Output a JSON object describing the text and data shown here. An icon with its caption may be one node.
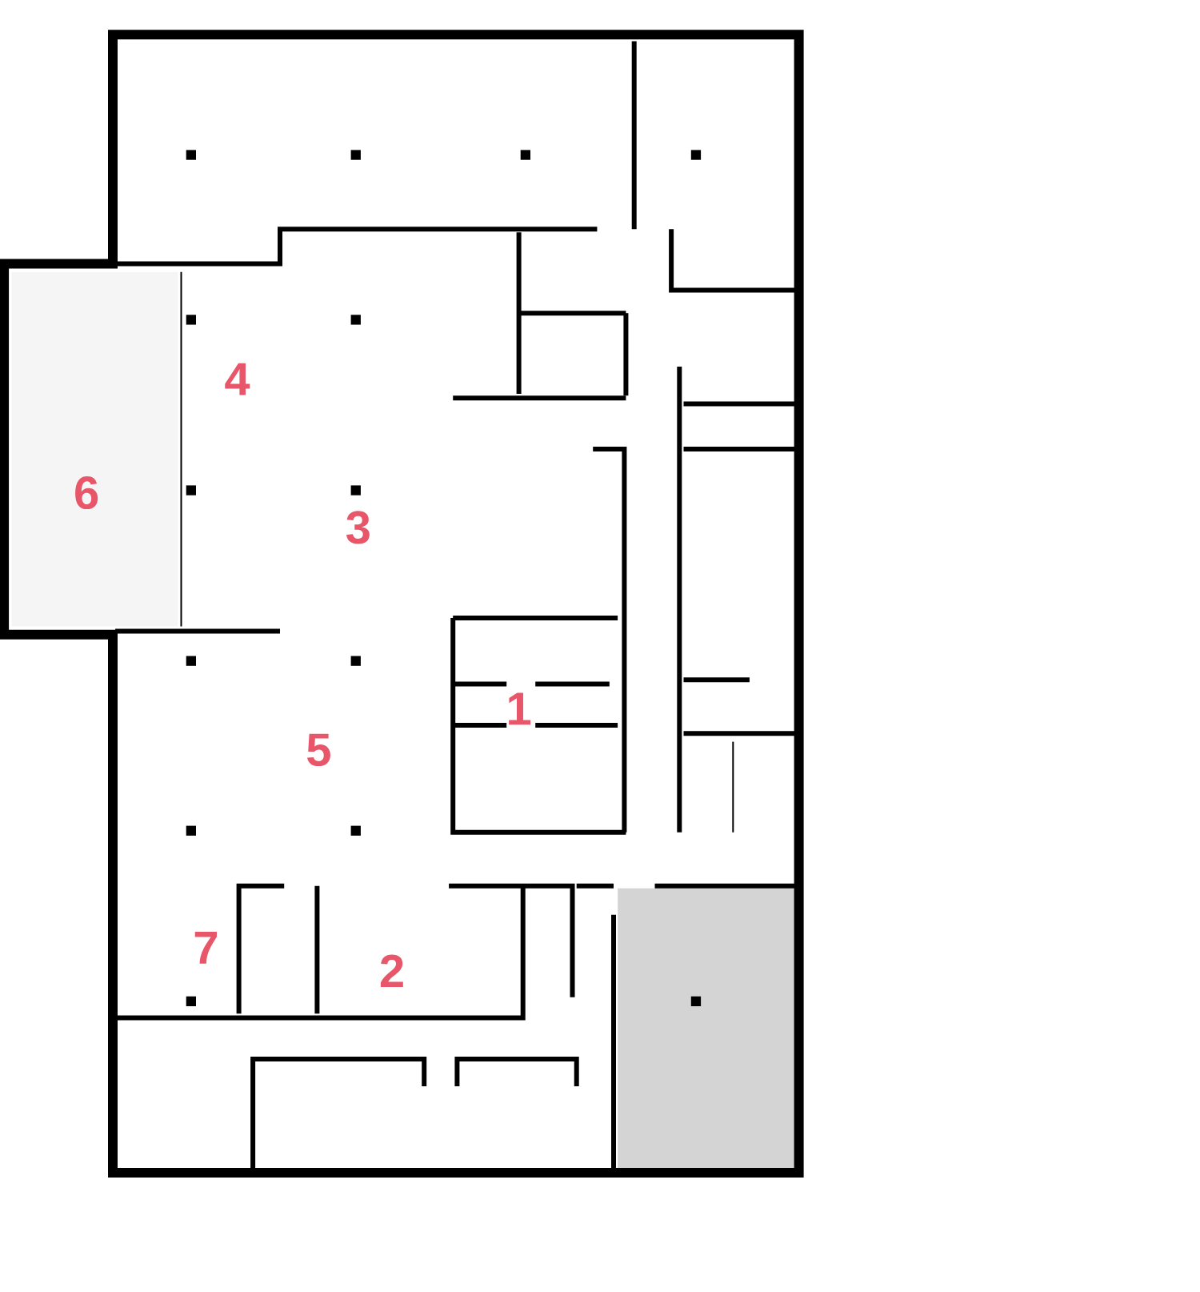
{
  "diagram": {
    "labels": [
      "4",
      "6",
      "3",
      "1",
      "5",
      "7",
      "2"
    ]
  }
}
